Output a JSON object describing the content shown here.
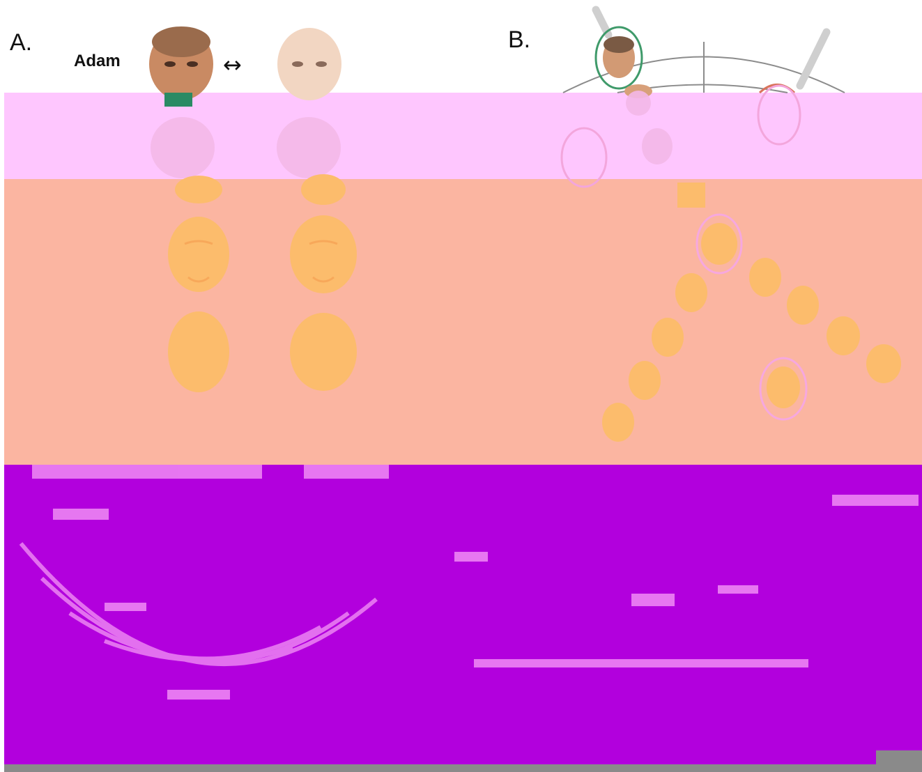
{
  "panels": {
    "a": {
      "letter": "A.",
      "name": "Adam",
      "arrow": "↔"
    },
    "b": {
      "letter": "B."
    }
  },
  "colors": {
    "pink_band": "#fec6fe",
    "salmon_band": "#fbb5a1",
    "purple_band": "#b200dd",
    "face_skin": "#fcbc6c",
    "ring_green": "#3f9a6a",
    "ring_red": "#d9735c",
    "ring_pink": "#f6a8df"
  },
  "icons": [
    "face-icon",
    "double-arrow-icon"
  ]
}
